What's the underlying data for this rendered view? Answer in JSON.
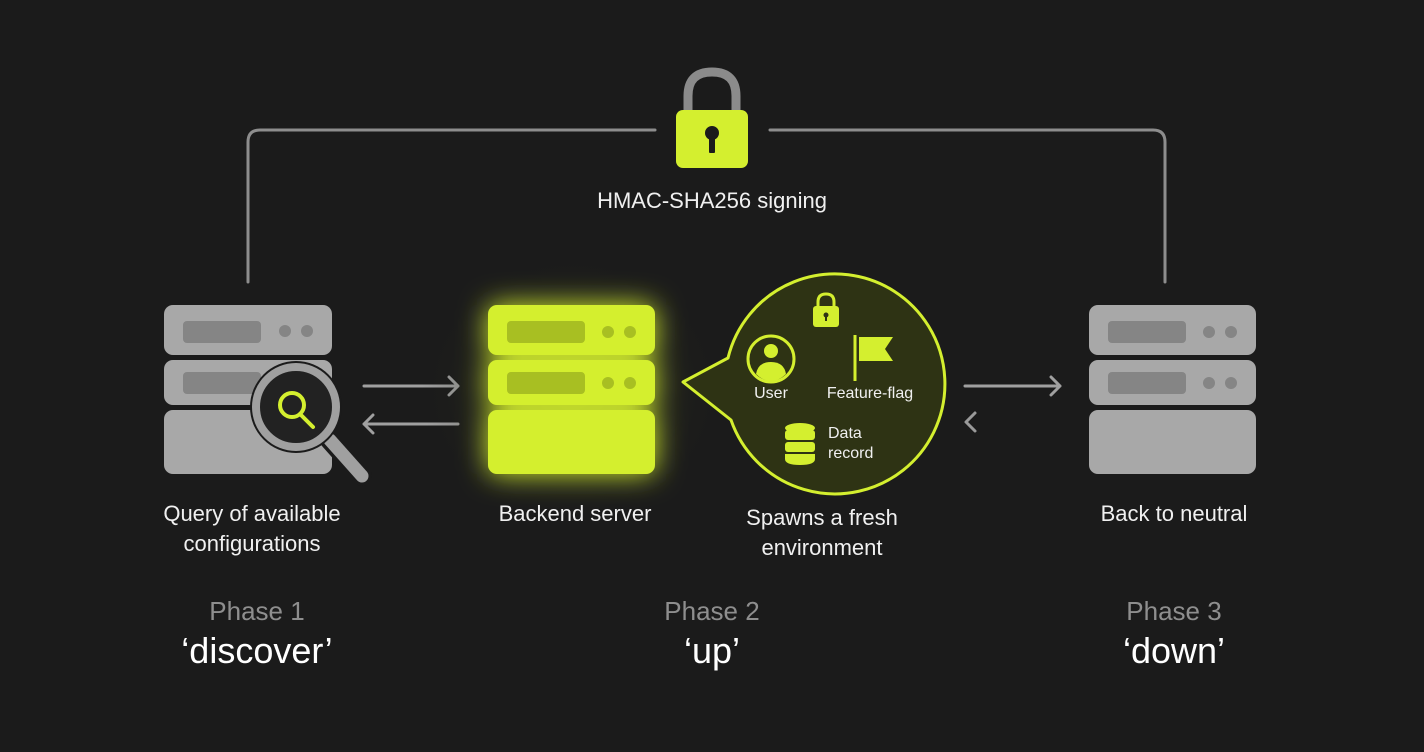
{
  "colors": {
    "background": "#1b1b1b",
    "accent": "#d4ef2f",
    "neutral_server": "#a9a9a9",
    "connector": "#8a8a8a"
  },
  "signing": {
    "icon": "padlock-icon",
    "label": "HMAC-SHA256 signing"
  },
  "phases": [
    {
      "server_icon": "server-search-icon",
      "caption_line1": "Query of available",
      "caption_line2": "configurations",
      "phase_label": "Phase 1",
      "phase_name": "‘discover’"
    },
    {
      "server_icon": "server-icon",
      "caption_line1": "Backend server",
      "phase_label": "Phase 2",
      "phase_name": "‘up’"
    },
    {
      "server_icon": "server-icon",
      "caption_line1": "Back to neutral",
      "phase_label": "Phase 3",
      "phase_name": "‘down’"
    }
  ],
  "environment": {
    "caption_line1": "Spawns a fresh",
    "caption_line2": "environment",
    "items": {
      "user": "User",
      "feature_flag": "Feature-flag",
      "data_line1": "Data",
      "data_line2": "record"
    }
  }
}
